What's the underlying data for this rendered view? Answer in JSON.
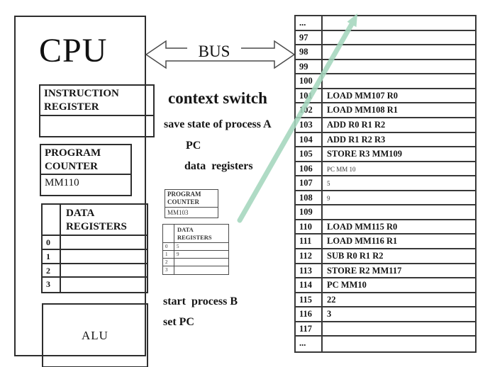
{
  "cpu": {
    "title": "CPU",
    "instruction_register": {
      "label": "INSTRUCTION REGISTER",
      "value": ""
    },
    "program_counter": {
      "label": "PROGRAM COUNTER",
      "value": "MM110"
    },
    "data_registers": {
      "label": "DATA REGISTERS",
      "rows": [
        {
          "index": "0",
          "value": ""
        },
        {
          "index": "1",
          "value": ""
        },
        {
          "index": "2",
          "value": ""
        },
        {
          "index": "3",
          "value": ""
        }
      ]
    },
    "alu_label": "ALU"
  },
  "bus": {
    "label": "BUS"
  },
  "context_notes": {
    "title": "context switch",
    "save_line": "save state of process A",
    "pc_line": "PC",
    "registers_line": "data registers",
    "start_line": "start  process B",
    "set_pc_line": "set PC"
  },
  "saved_state": {
    "program_counter": {
      "label": "PROGRAM COUNTER",
      "value": "MM103"
    },
    "data_registers": {
      "label": "DATA REGISTERS",
      "rows": [
        {
          "index": "0",
          "value": "5"
        },
        {
          "index": "1",
          "value": "9"
        },
        {
          "index": "2",
          "value": ""
        },
        {
          "index": "3",
          "value": ""
        }
      ]
    }
  },
  "memory": {
    "rows": [
      {
        "addr": "...",
        "value": ""
      },
      {
        "addr": "97",
        "value": ""
      },
      {
        "addr": "98",
        "value": ""
      },
      {
        "addr": "99",
        "value": ""
      },
      {
        "addr": "100",
        "value": ""
      },
      {
        "addr": "101",
        "value": "LOAD MM107 R0"
      },
      {
        "addr": "102",
        "value": "LOAD MM108 R1"
      },
      {
        "addr": "103",
        "value": "ADD R0 R1 R2"
      },
      {
        "addr": "104",
        "value": "ADD R1 R2 R3"
      },
      {
        "addr": "105",
        "value": "STORE R3  MM109"
      },
      {
        "addr": "106",
        "value": "PC MM 10",
        "small": true
      },
      {
        "addr": "107",
        "value": "5",
        "small": true
      },
      {
        "addr": "108",
        "value": "9",
        "small": true
      },
      {
        "addr": "109",
        "value": ""
      },
      {
        "addr": "110",
        "value": "LOAD MM115 R0"
      },
      {
        "addr": "111",
        "value": "LOAD MM116 R1"
      },
      {
        "addr": "112",
        "value": "SUB R0 R1 R2"
      },
      {
        "addr": "113",
        "value": "STORE R2  MM117"
      },
      {
        "addr": "114",
        "value": "PC MM10"
      },
      {
        "addr": "115",
        "value": "22"
      },
      {
        "addr": "116",
        "value": "3"
      },
      {
        "addr": "117",
        "value": ""
      },
      {
        "addr": "...",
        "value": ""
      }
    ]
  },
  "colors": {
    "annotation_arrow_green": "#a5d7be",
    "border_dark": "#2e2e2e"
  }
}
